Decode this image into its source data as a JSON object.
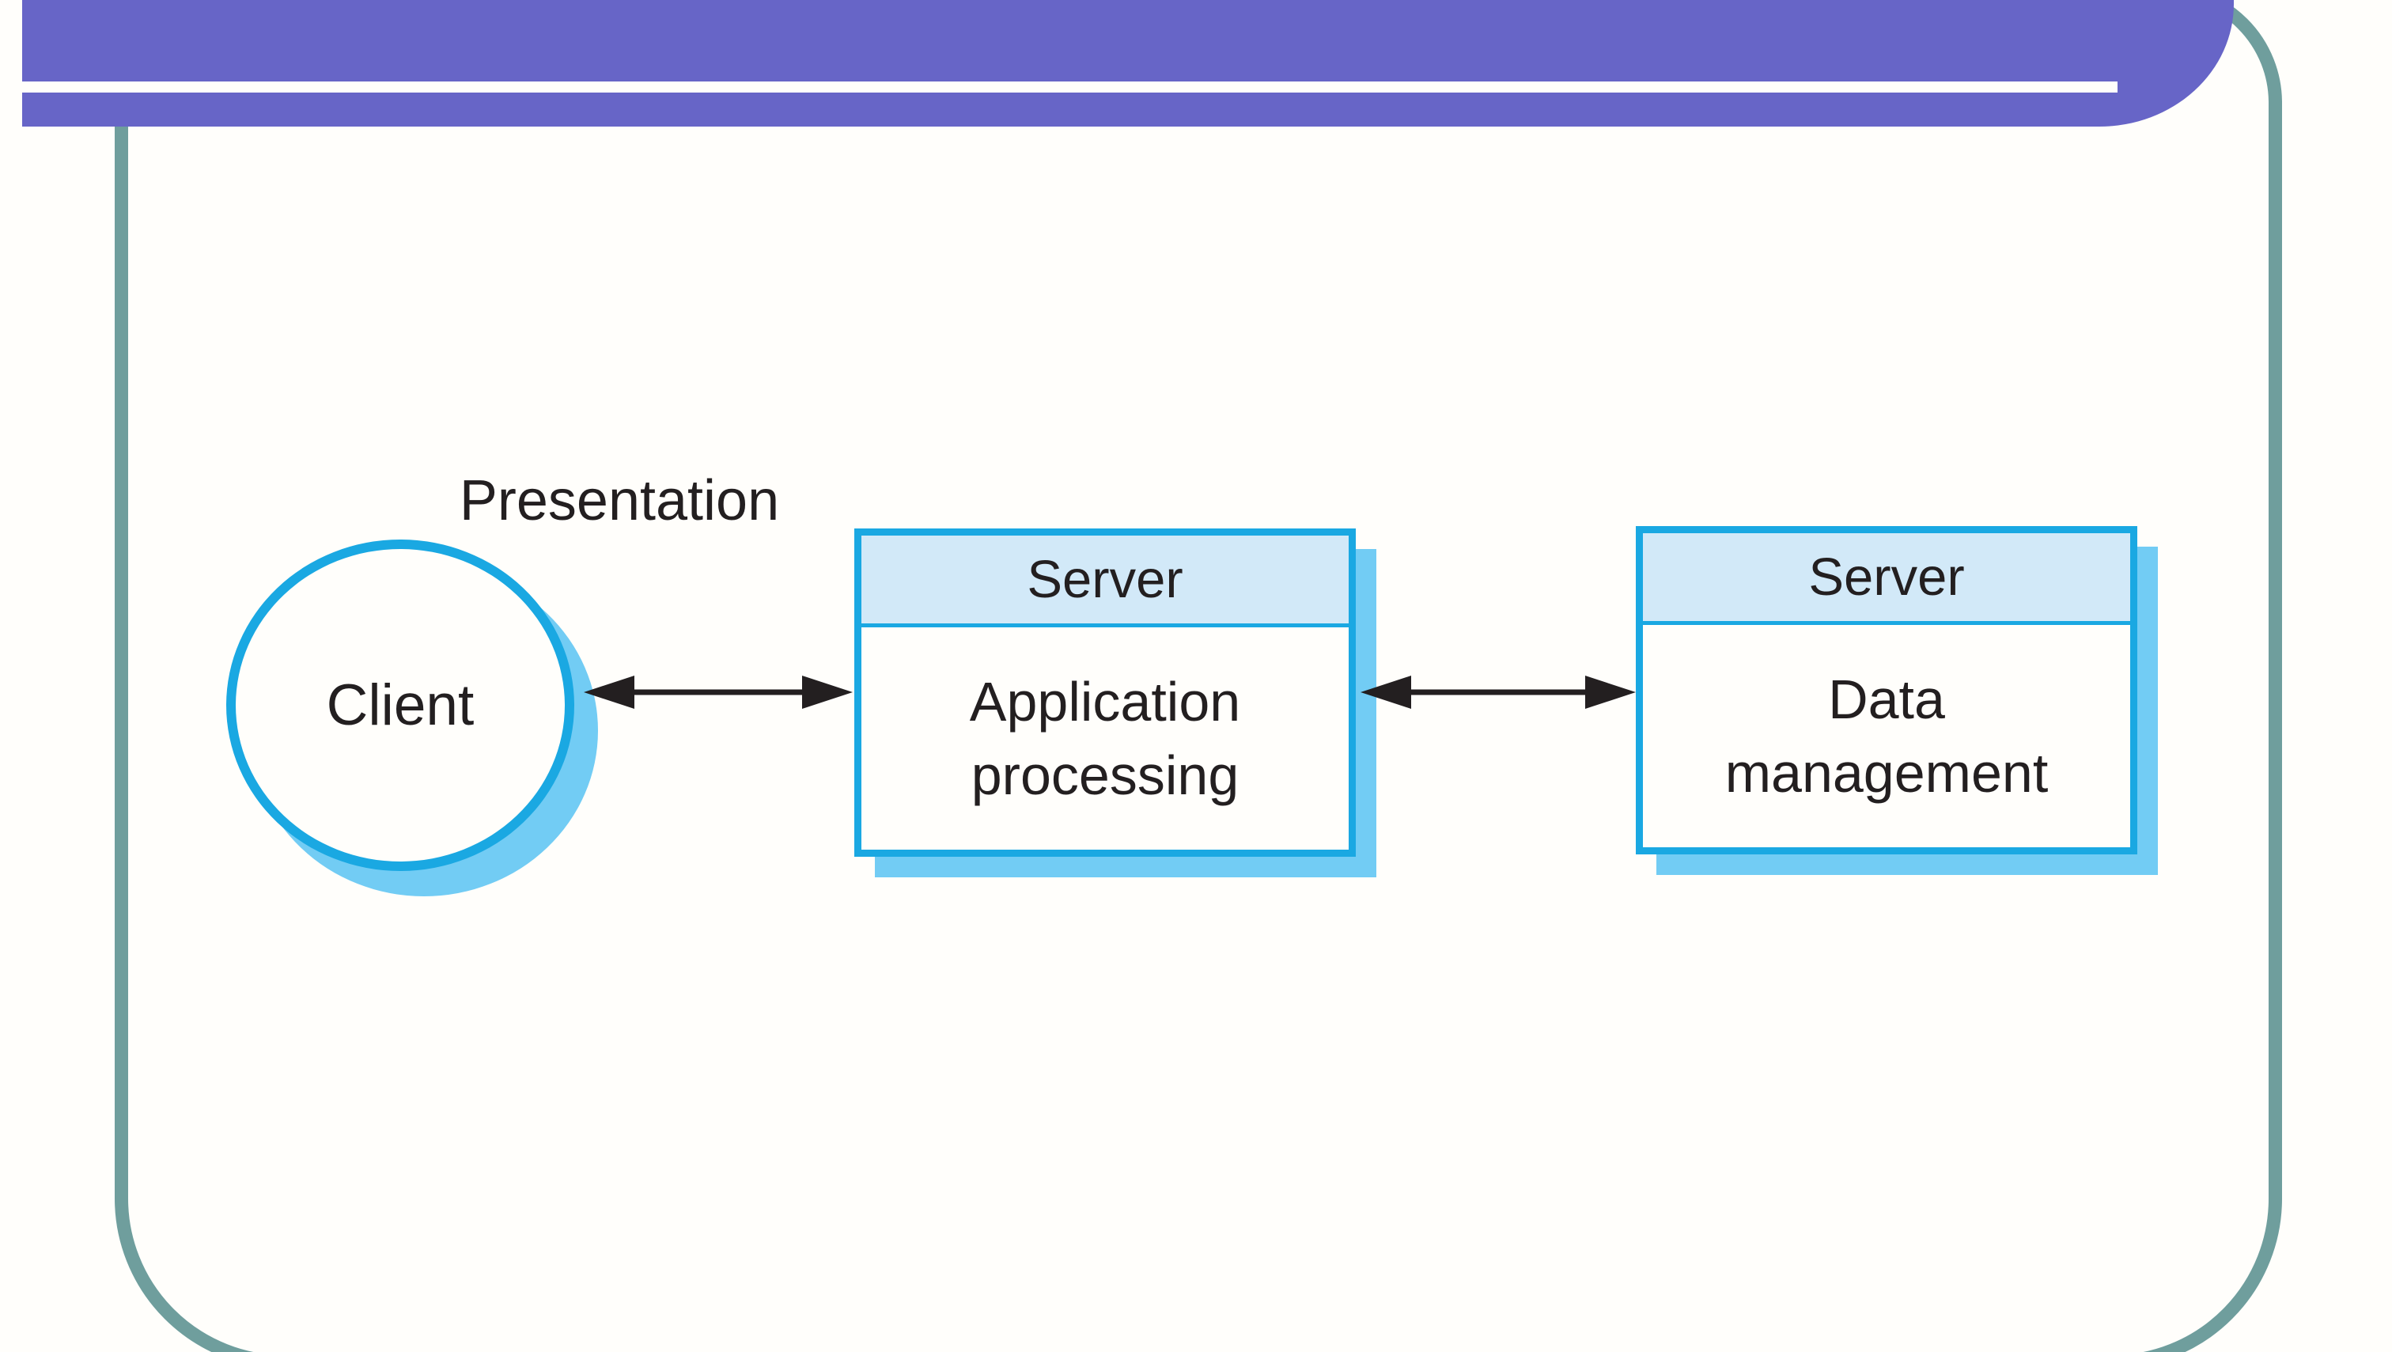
{
  "diagram": {
    "presentation_label": "Presentation",
    "client": {
      "label": "Client"
    },
    "servers": [
      {
        "title": "Server",
        "lines": [
          "Application",
          "processing"
        ]
      },
      {
        "title": "Server",
        "lines": [
          "Data",
          "management"
        ]
      }
    ],
    "colors": {
      "background": "#fffefb",
      "header_purple": "#6765c7",
      "frame_teal": "#6f9e9d",
      "shape_cyan": "#1aa8e2",
      "shape_shadow_blue": "#72ccf4",
      "server_header_fill": "#d2e9f8",
      "text_dark": "#231f20",
      "arrow_black": "#231f20"
    }
  }
}
